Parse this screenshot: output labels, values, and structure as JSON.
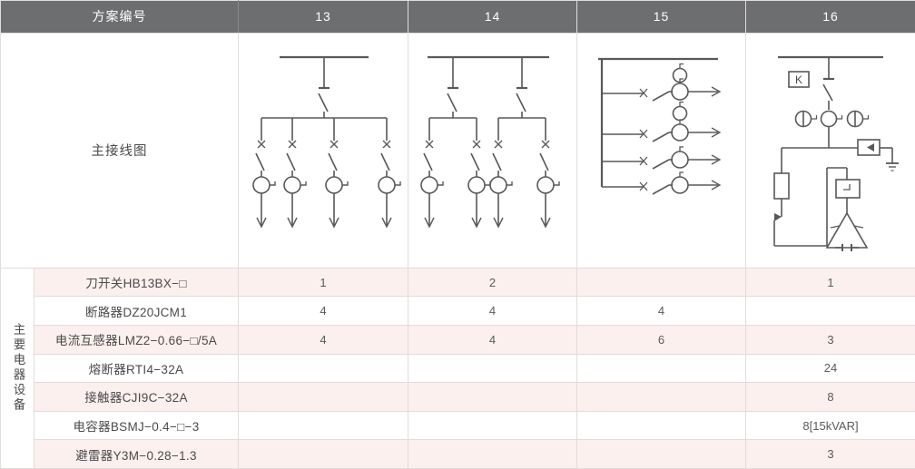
{
  "header": {
    "title": "方案编号",
    "columns": [
      "13",
      "14",
      "15",
      "16"
    ]
  },
  "diagram_row": {
    "label": "主接线图"
  },
  "group_label": "主要电器设备",
  "rows": [
    {
      "label": "刀开关HB13BX−□",
      "values": [
        "1",
        "2",
        "",
        "1"
      ]
    },
    {
      "label": "断路器DZ20JCM1",
      "values": [
        "4",
        "4",
        "4",
        ""
      ]
    },
    {
      "label": "电流互感器LMZ2−0.66−□/5A",
      "values": [
        "4",
        "4",
        "6",
        "3"
      ]
    },
    {
      "label": "熔断器RTI4−32A",
      "values": [
        "",
        "",
        "",
        "24"
      ]
    },
    {
      "label": "接触器CJI9C−32A",
      "values": [
        "",
        "",
        "",
        "8"
      ]
    },
    {
      "label": "电容器BSMJ−0.4−□−3",
      "values": [
        "",
        "",
        "",
        "8[15kVAR]"
      ]
    },
    {
      "label": "避雷器Y3M−0.28−1.3",
      "values": [
        "",
        "",
        "",
        "3"
      ]
    }
  ],
  "diagrams": {
    "col13": "busbar-single-disconnect-four-feeders",
    "col14": "busbar-two-disconnects-four-feeders",
    "col15": "vertical-bus-four-horizontal-feeders",
    "col16": "capacitor-compensation-cabinet"
  },
  "symbols": {
    "k_box": "K",
    "fuse": "fuse-cross",
    "ct": "current-transformer-circle",
    "arrester": "surge-arrester",
    "capacitor": "delta-capacitor-bank"
  },
  "colors": {
    "header_bg": "#6d6e70",
    "header_text": "#ffffff",
    "row_alt_bg": "#fbf0ee",
    "row_bg": "#ffffff",
    "border": "#e2dcda",
    "line": "#58585a",
    "text": "#4a4a4a"
  }
}
